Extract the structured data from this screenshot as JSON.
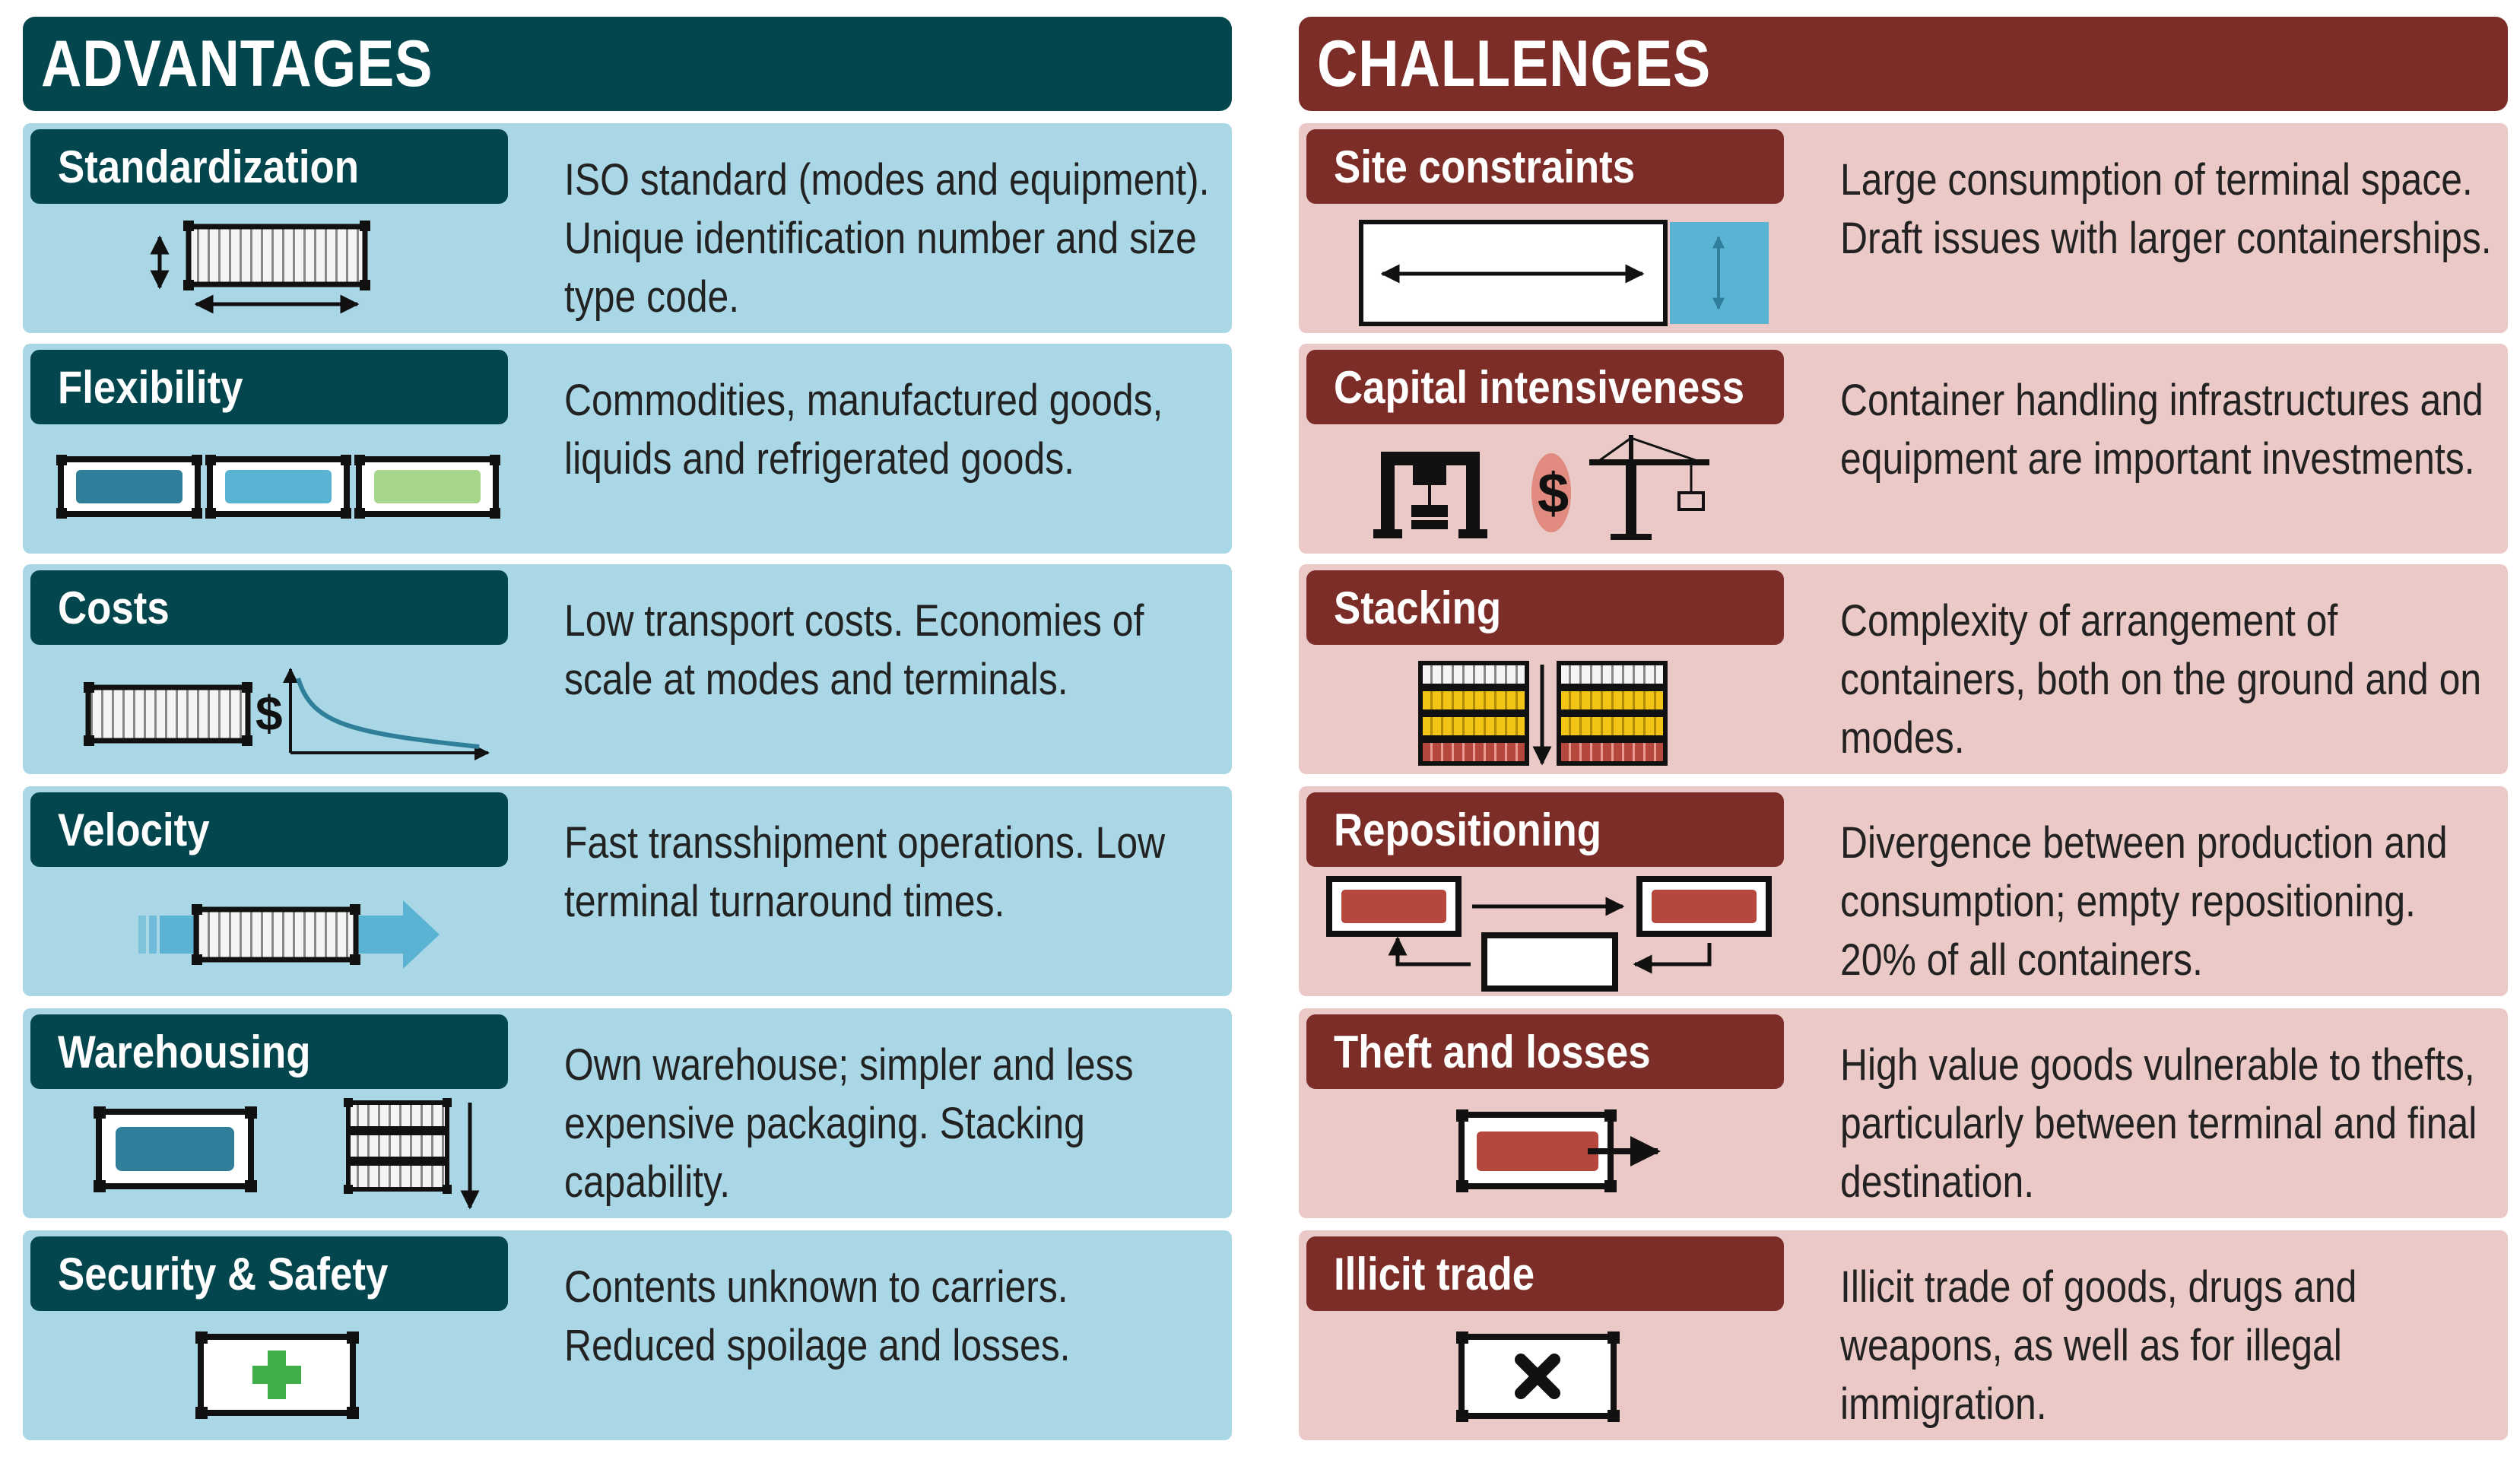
{
  "advantages": {
    "title": "ADVANTAGES",
    "items": [
      {
        "label": "Standardization",
        "text": "ISO standard (modes and equipment). Unique identification number and size type code.",
        "icon": "container-dimensions-icon"
      },
      {
        "label": "Flexibility",
        "text": "Commodities, manufactured goods, liquids and refrigerated goods.",
        "icon": "three-containers-icon"
      },
      {
        "label": "Costs",
        "text": "Low transport costs. Economies of scale at modes and terminals.",
        "icon": "container-cost-curve-icon"
      },
      {
        "label": "Velocity",
        "text": "Fast transshipment operations. Low terminal turnaround times.",
        "icon": "container-moving-arrow-icon"
      },
      {
        "label": "Warehousing",
        "text": "Own warehouse; simpler and less expensive packaging. Stacking capability.",
        "icon": "container-stacking-icon"
      },
      {
        "label": "Security & Safety",
        "text": "Contents unknown to carriers. Reduced spoilage and losses.",
        "icon": "container-cross-icon"
      }
    ]
  },
  "challenges": {
    "title": "CHALLENGES",
    "items": [
      {
        "label": "Site constraints",
        "text": "Large consumption of terminal space. Draft issues with larger containerships.",
        "icon": "terminal-space-icon"
      },
      {
        "label": "Capital intensiveness",
        "text": "Container handling infrastructures and equipment are important investments.",
        "icon": "crane-dollar-icon"
      },
      {
        "label": "Stacking",
        "text": "Complexity of arrangement of containers, both on the ground and on modes.",
        "icon": "container-stack-complexity-icon"
      },
      {
        "label": "Repositioning",
        "text": "Divergence between production and consumption; empty repositioning. 20% of all containers.",
        "icon": "container-repositioning-icon"
      },
      {
        "label": "Theft and losses",
        "text": "High value goods vulnerable to thefts, particularly between terminal and final destination.",
        "icon": "container-theft-icon"
      },
      {
        "label": "Illicit trade",
        "text": "Illicit trade of goods, drugs and weapons, as well as for illegal immigration.",
        "icon": "container-illicit-icon"
      }
    ]
  },
  "colors": {
    "advantages_dark": "#03464d",
    "advantages_light": "#a9d7e6",
    "challenges_dark": "#7c2d27",
    "challenges_light": "#ebc9c6",
    "accent_blue": "#2f7f9b",
    "accent_light_blue": "#5bb3d4",
    "accent_green": "#a6d58c",
    "accent_red": "#b5473c",
    "accent_yellow": "#f2c416"
  }
}
